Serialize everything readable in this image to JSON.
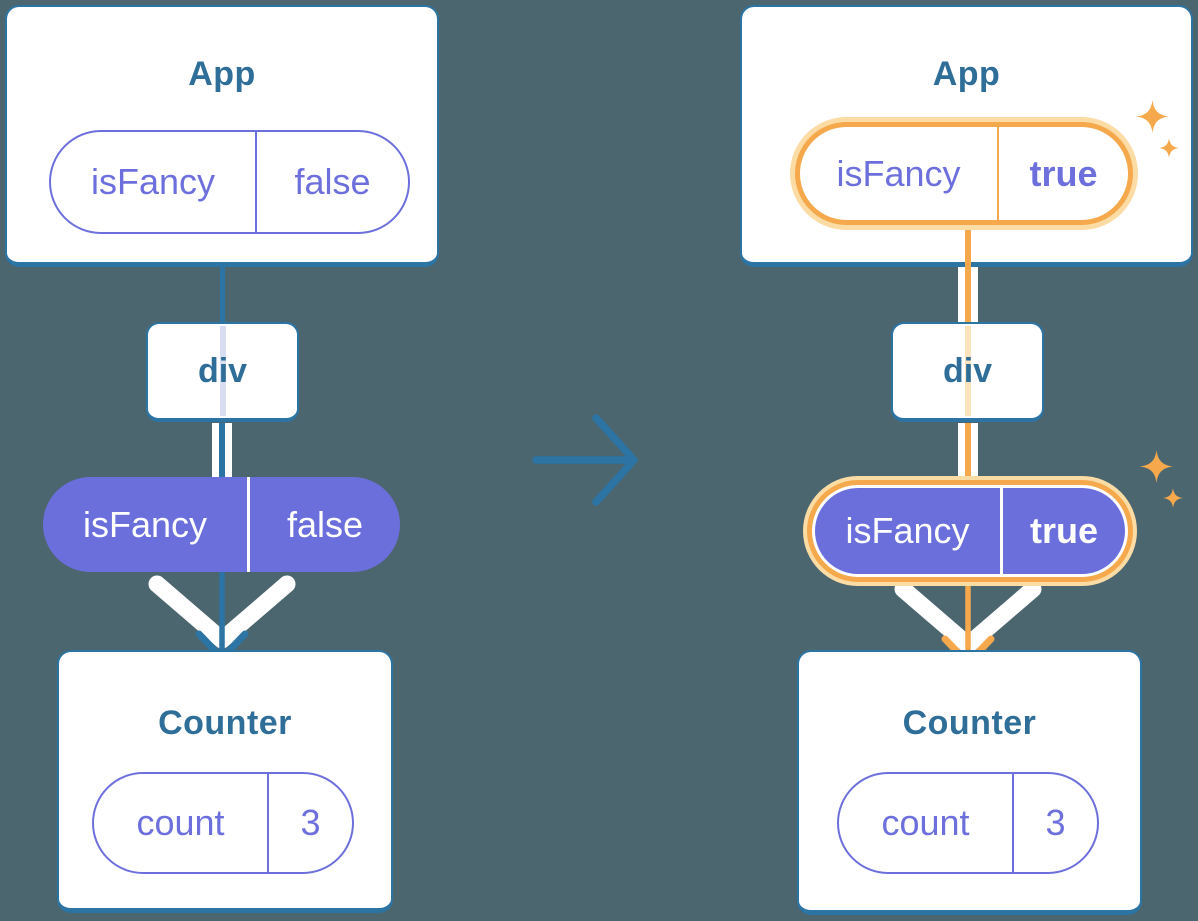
{
  "colors": {
    "bg": "#4C6670",
    "blue": "#2B74A4",
    "title": "#2E6E98",
    "purple": "#6B6FDC",
    "purple-ink": "#6D70DC",
    "lavender": "#D8DEF0",
    "peach": "#FBE3BD",
    "orange": "#F5A94C",
    "orange-glow": "#FBDCA4",
    "white": "#FFFFFF"
  },
  "left": {
    "app": {
      "title": "App",
      "prop": {
        "key": "isFancy",
        "value": "false"
      }
    },
    "div_box": {
      "label": "div"
    },
    "passed_prop": {
      "key": "isFancy",
      "value": "false"
    },
    "counter": {
      "title": "Counter",
      "state": {
        "key": "count",
        "value": "3"
      }
    }
  },
  "right": {
    "app": {
      "title": "App",
      "prop": {
        "key": "isFancy",
        "value": "true"
      }
    },
    "div_box": {
      "label": "div"
    },
    "passed_prop": {
      "key": "isFancy",
      "value": "true"
    },
    "counter": {
      "title": "Counter",
      "state": {
        "key": "count",
        "value": "3"
      }
    }
  }
}
